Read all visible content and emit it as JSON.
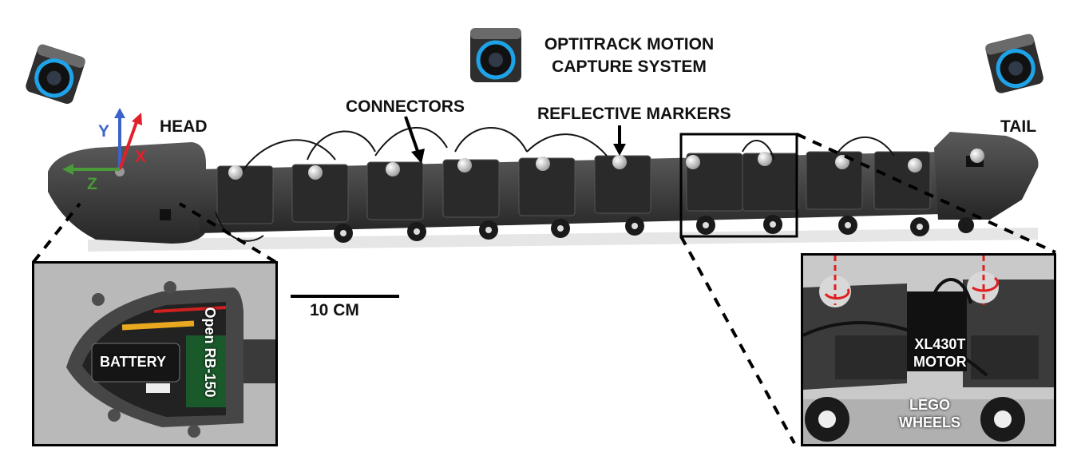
{
  "labels": {
    "system": "OPTITRACK MOTION\nCAPTURE SYSTEM",
    "head": "HEAD",
    "tail": "TAIL",
    "connectors": "CONNECTORS",
    "markers": "REFLECTIVE MARKERS",
    "scale": "10 CM",
    "axis_y": "Y",
    "axis_x": "X",
    "axis_z": "Z"
  },
  "head_inset": {
    "battery": "BATTERY",
    "board": "Open RB-150"
  },
  "wheel_inset": {
    "motor": "XL430T\nMOTOR",
    "wheels": "LEGO\nWHEELS"
  },
  "colors": {
    "axis_y": "#3a64c8",
    "axis_x": "#e0202a",
    "axis_z": "#4a9a3a",
    "camera_ring": "#1fa3e8",
    "robot_body": "#3a3a3a",
    "rotation_arrow": "#e02020"
  },
  "icons": [
    "camera-icon",
    "reflective-marker-icon",
    "rotation-arrow-icon"
  ]
}
